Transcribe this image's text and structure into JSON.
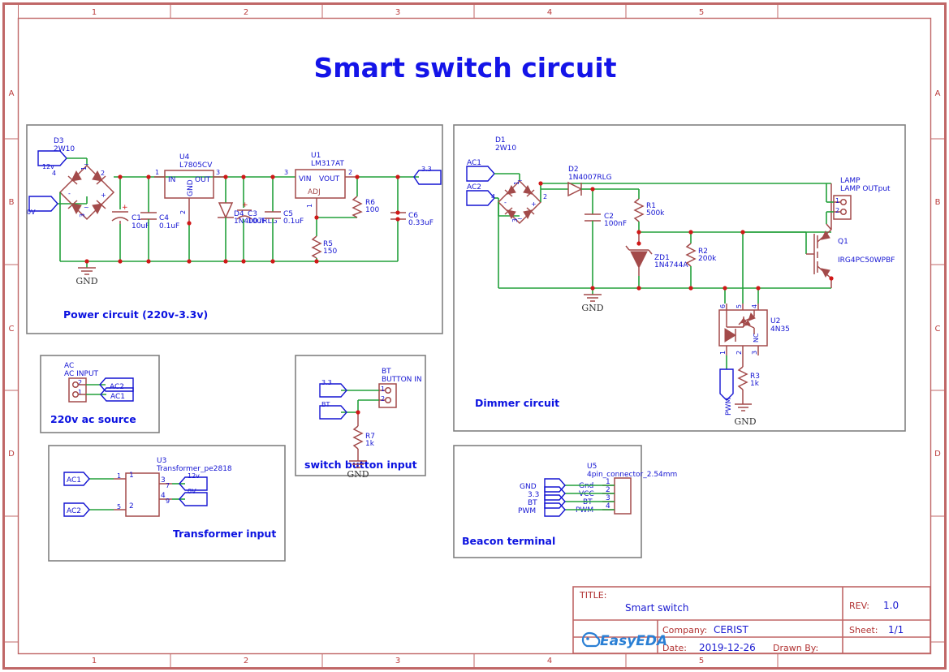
{
  "sheet": {
    "title": "Smart switch circuit",
    "frame_color": "#c06767",
    "wire_color": "#22a03a",
    "symbol_color": "#a34a4a",
    "label_color": "#1414d2",
    "block_color": "#808080",
    "columns": [
      "1",
      "2",
      "3",
      "4",
      "5"
    ],
    "rows": [
      "A",
      "B",
      "C",
      "D"
    ]
  },
  "title_block": {
    "title_key": "TITLE:",
    "title_value": "Smart switch",
    "rev_key": "REV:",
    "rev_value": "1.0",
    "company_key": "Company:",
    "company_value": "CERIST",
    "sheet_key": "Sheet:",
    "sheet_value": "1/1",
    "date_key": "Date:",
    "date_value": "2019-12-26",
    "drawn_key": "Drawn By:",
    "drawn_value": "",
    "logo_text": "EasyEDA"
  },
  "blocks": {
    "power": {
      "caption": "Power circuit (220v-3.3v)"
    },
    "dimmer": {
      "caption": "Dimmer circuit"
    },
    "ac_source": {
      "caption": "220v ac source"
    },
    "transformer": {
      "caption": "Transformer input"
    },
    "switch_button": {
      "caption": "switch button input"
    },
    "beacon": {
      "caption": "Beacon terminal"
    }
  },
  "power_circuit": {
    "ports": [
      {
        "name": "12v"
      },
      {
        "name": "0V"
      },
      {
        "name": "3.3"
      }
    ],
    "components": [
      {
        "ref": "D3",
        "value": "2W10",
        "pins": [
          "1",
          "2",
          "3",
          "4"
        ]
      },
      {
        "ref": "U4",
        "value": "L7805CV",
        "pins": [
          "1",
          "2",
          "3"
        ],
        "pin_names": [
          "IN",
          "GND",
          "OUT"
        ]
      },
      {
        "ref": "U1",
        "value": "LM317AT",
        "pins": [
          "1",
          "2",
          "3"
        ],
        "pin_names": [
          "ADJ",
          "VOUT",
          "VIN"
        ]
      },
      {
        "ref": "C1",
        "value": "10uF"
      },
      {
        "ref": "C4",
        "value": "0.1uF"
      },
      {
        "ref": "D4",
        "value": "1N4007RLG"
      },
      {
        "ref": "C3",
        "value": "10uF"
      },
      {
        "ref": "C5",
        "value": "0.1uF"
      },
      {
        "ref": "R6",
        "value": "100"
      },
      {
        "ref": "R5",
        "value": "150"
      },
      {
        "ref": "C6",
        "value": "0.33uF"
      }
    ],
    "gnd_label": "GND"
  },
  "dimmer_circuit": {
    "ports": [
      {
        "name": "AC1"
      },
      {
        "name": "AC2"
      },
      {
        "name": "PWM"
      }
    ],
    "components": [
      {
        "ref": "D1",
        "value": "2W10",
        "pins": [
          "1",
          "2",
          "3",
          "4"
        ]
      },
      {
        "ref": "D2",
        "value": "1N4007RLG"
      },
      {
        "ref": "C2",
        "value": "100nF"
      },
      {
        "ref": "R1",
        "value": "500k"
      },
      {
        "ref": "ZD1",
        "value": "1N4744A"
      },
      {
        "ref": "R2",
        "value": "200k"
      },
      {
        "ref": "Q1",
        "value": "IRG4PC50WPBF"
      },
      {
        "ref": "U2",
        "value": "4N35",
        "pins": [
          "1",
          "2",
          "3",
          "4",
          "5",
          "6"
        ],
        "nc_label": "NC"
      },
      {
        "ref": "R3",
        "value": "1k"
      },
      {
        "ref": "LAMP",
        "value": "LAMP OUTput",
        "pins": [
          "1",
          "2"
        ]
      }
    ],
    "gnd_label": "GND"
  },
  "ac_source_circuit": {
    "ref": "AC",
    "value": "AC INPUT",
    "pins": [
      "1",
      "2"
    ],
    "ports": [
      {
        "name": "AC2"
      },
      {
        "name": "AC1"
      }
    ]
  },
  "transformer_circuit": {
    "ref": "U3",
    "value": "Transformer_pe2818",
    "left_pins": [
      "1",
      "2"
    ],
    "left_nums": [
      "1",
      "5"
    ],
    "right_pins": [
      "3",
      "4"
    ],
    "right_nums": [
      "7",
      "9"
    ],
    "in_ports": [
      {
        "name": "AC1"
      },
      {
        "name": "AC2"
      }
    ],
    "out_ports": [
      {
        "name": "12v"
      },
      {
        "name": "0V"
      }
    ]
  },
  "switch_button_circuit": {
    "ref": "BT",
    "value": "BUTTON IN",
    "pins": [
      "1",
      "2"
    ],
    "ports": [
      {
        "name": "3.3"
      },
      {
        "name": "BT"
      }
    ],
    "resistor": {
      "ref": "R7",
      "value": "1k"
    },
    "gnd_label": "GND"
  },
  "beacon_circuit": {
    "ref": "U5",
    "value": "4pin_connector_2.54mm",
    "pins": [
      "1",
      "2",
      "3",
      "4"
    ],
    "pin_names": [
      "Gnd",
      "VCC",
      "BT",
      "PWM"
    ],
    "ports": [
      {
        "name": "GND"
      },
      {
        "name": "3.3"
      },
      {
        "name": "BT"
      },
      {
        "name": "PWM"
      }
    ]
  }
}
